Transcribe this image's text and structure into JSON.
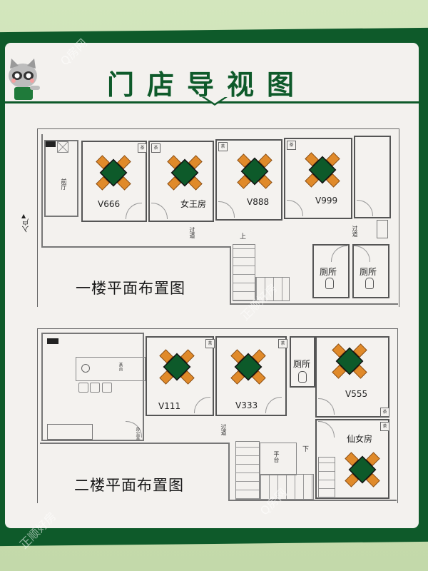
{
  "sign": {
    "title": "门店导视图",
    "mascot": "raccoon-mascot",
    "colors": {
      "board_green": "#0e5a2a",
      "paper": "#f3f1ee",
      "table_green": "#0d5a2a",
      "chair_orange": "#e08a2a",
      "wall": "#c9dfb0"
    }
  },
  "floor1": {
    "label": "一楼平面布置图",
    "entrance": "入户",
    "front_hall": "前厅",
    "corridor": "过道",
    "corridor2": "过道",
    "stairs_up": "上",
    "rooms": [
      {
        "name": "V666",
        "tag": "茶"
      },
      {
        "name": "女王房",
        "tag": "茶"
      },
      {
        "name": "V888",
        "tag": "茶"
      },
      {
        "name": "V999",
        "tag": "茶"
      }
    ],
    "toilets": [
      {
        "name": "厕所"
      },
      {
        "name": "厕所"
      }
    ]
  },
  "floor2": {
    "label": "二楼平面布置图",
    "tea_counter": "茶台",
    "office": "办公室",
    "corridor": "过道",
    "platform": "平台",
    "stairs_down": "下",
    "rooms": [
      {
        "name": "V111",
        "tag": "茶"
      },
      {
        "name": "V333",
        "tag": "茶"
      },
      {
        "name": "V555",
        "tag": "茶"
      },
      {
        "name": "仙女房",
        "tag": "茶"
      }
    ],
    "toilet": "厕所"
  },
  "watermarks": [
    "Q房网",
    "正顺好房"
  ]
}
